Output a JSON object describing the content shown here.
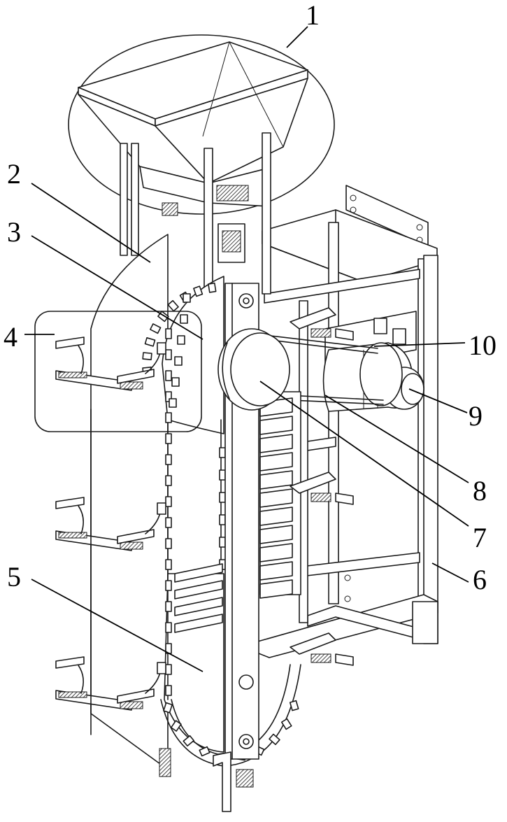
{
  "figure": {
    "colors": {
      "ink": "#1a1a1a",
      "background": "#ffffff"
    },
    "callouts": [
      {
        "id": "1",
        "label": "1"
      },
      {
        "id": "2",
        "label": "2"
      },
      {
        "id": "3",
        "label": "3"
      },
      {
        "id": "4",
        "label": "4"
      },
      {
        "id": "5",
        "label": "5"
      },
      {
        "id": "6",
        "label": "6"
      },
      {
        "id": "7",
        "label": "7"
      },
      {
        "id": "8",
        "label": "8"
      },
      {
        "id": "9",
        "label": "9"
      },
      {
        "id": "10",
        "label": "10"
      }
    ]
  }
}
